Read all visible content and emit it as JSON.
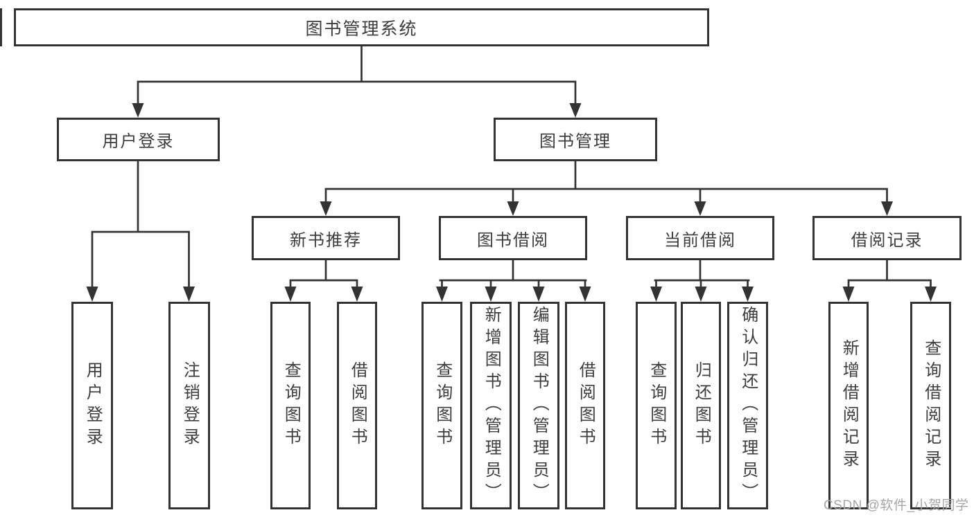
{
  "nodes": {
    "root": "图书管理系统",
    "user_login": "用户登录",
    "book_management": "图书管理",
    "new_book_recommendation": "新书推荐",
    "book_borrowing": "图书借阅",
    "current_borrowing": "当前借阅",
    "borrowing_records": "借阅记录"
  },
  "leaves": {
    "user_login": [
      "用户登录",
      "注销登录"
    ],
    "new_book_recommendation": [
      "查询图书",
      "借阅图书"
    ],
    "book_borrowing": [
      "查询图书",
      "新增图书（管理员）",
      "编辑图书（管理员）",
      "借阅图书"
    ],
    "current_borrowing": [
      "查询图书",
      "归还图书",
      "确认归还（管理员）"
    ],
    "borrowing_records": [
      "新增借阅记录",
      "查询借阅记录"
    ]
  },
  "watermark": "CSDN @软件_小贺同学",
  "colors": {
    "line": "#333333",
    "text": "#3d3d3d",
    "watermark-color": "#a6a6a6",
    "background": "#ffffff"
  }
}
